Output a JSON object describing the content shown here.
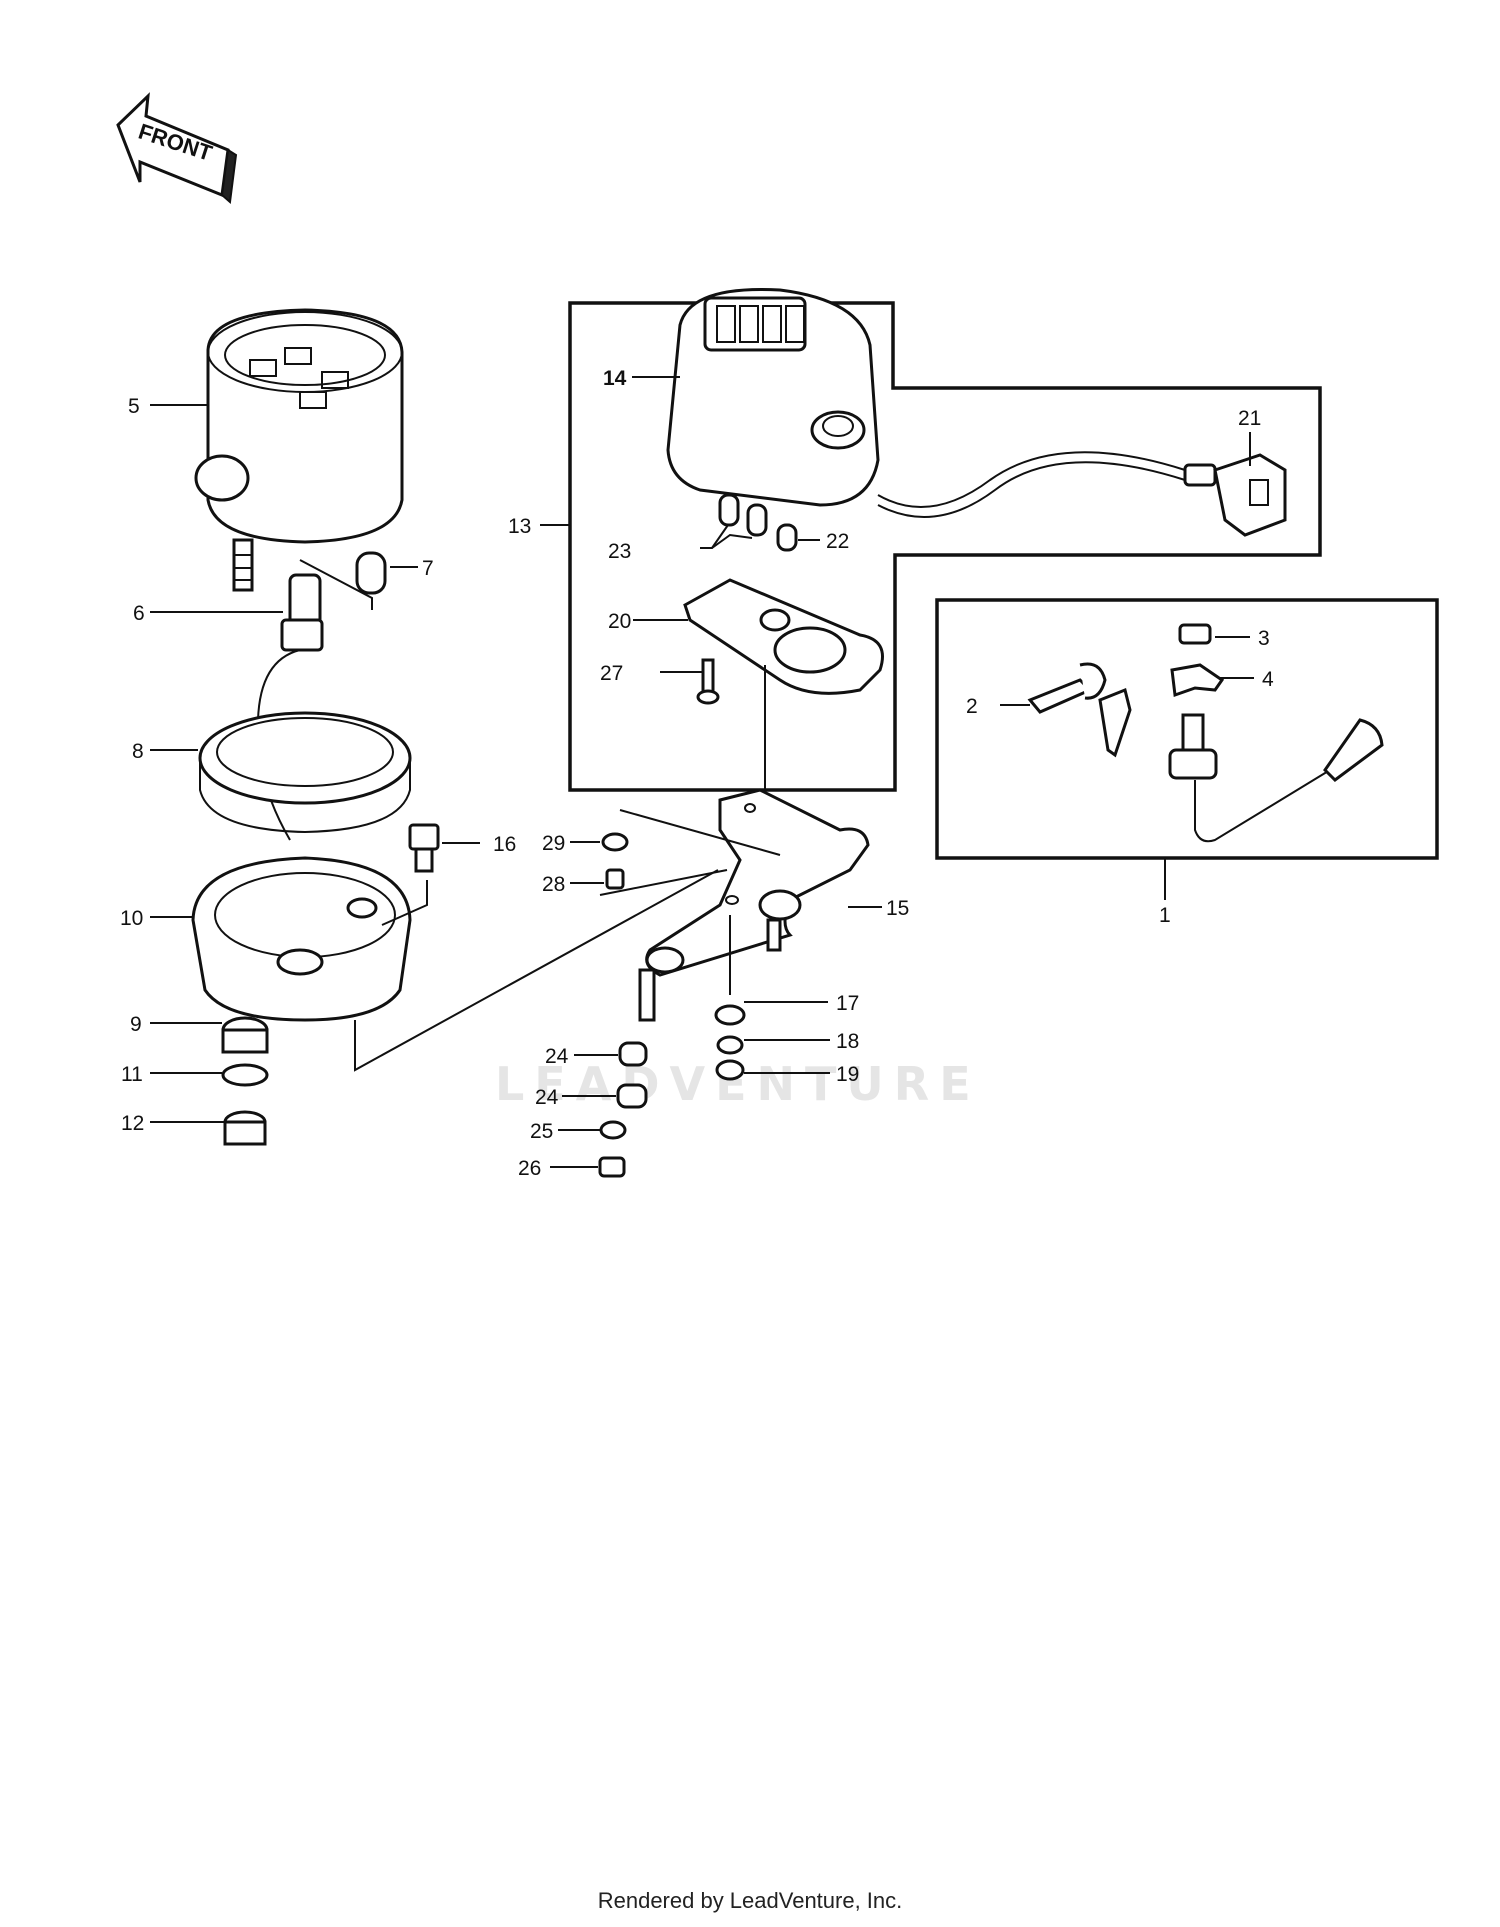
{
  "front_label": "FRONT",
  "watermark": "LEADVENTURE",
  "footer": "Rendered by LeadVenture, Inc.",
  "callouts": [
    "1",
    "2",
    "3",
    "4",
    "5",
    "6",
    "7",
    "8",
    "9",
    "10",
    "11",
    "12",
    "13",
    "14",
    "15",
    "16",
    "17",
    "18",
    "19",
    "20",
    "21",
    "22",
    "23",
    "24",
    "24",
    "25",
    "26",
    "27",
    "28",
    "29"
  ]
}
